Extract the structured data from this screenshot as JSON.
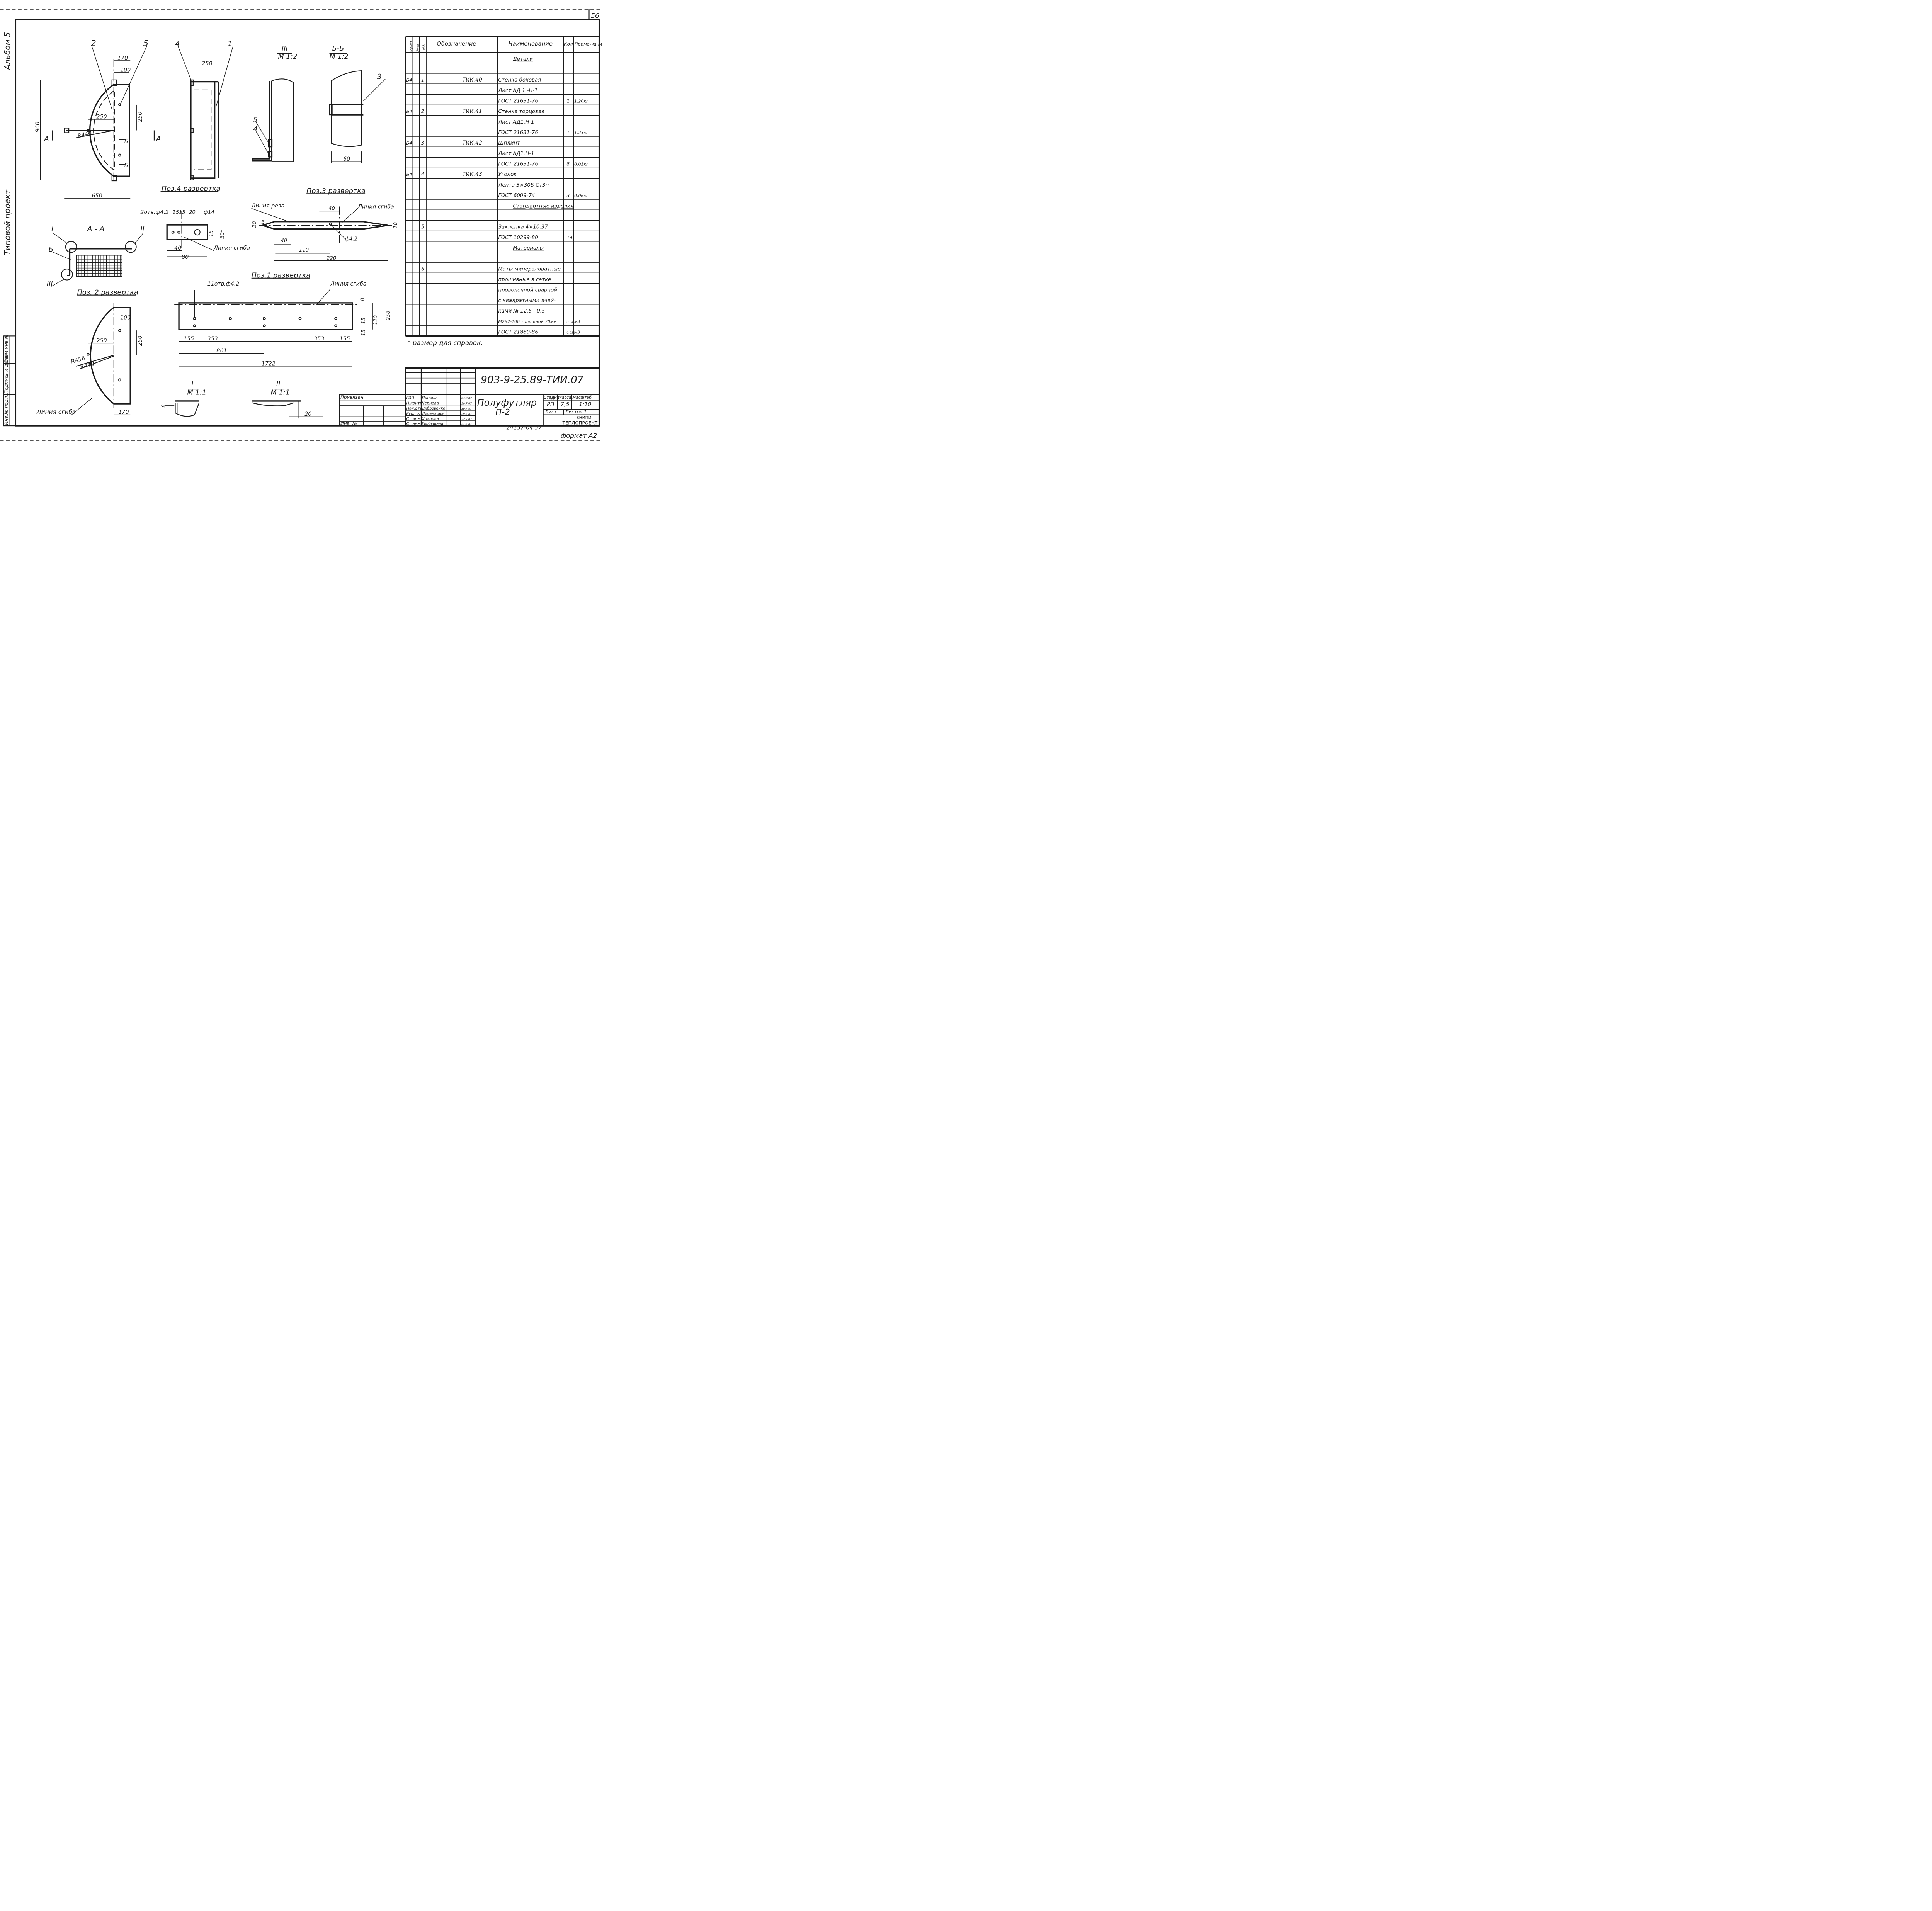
{
  "sheet": {
    "page_number": "56",
    "binding_labels": {
      "album": "Альбом 5",
      "project_type": "Типовой проект"
    },
    "side_stamp": {
      "inv_original": "Инв.№ подл.",
      "sign_date": "Подпись и дата",
      "replacement": "Взам.инв.№"
    },
    "format": "формат А2",
    "archive_number": "24157-04   57",
    "reference_note": "* размер для справок."
  },
  "views": {
    "main_front": {
      "pos_2": "2",
      "pos_5": "5",
      "dims": [
        "170",
        "100",
        "960",
        "250",
        "250",
        "R440",
        "650"
      ],
      "section_a": "А",
      "section_b": "Б"
    },
    "main_side": {
      "pos_4": "4",
      "pos_1": "1",
      "dim_250": "250"
    },
    "detail_III": {
      "title": "III",
      "scale": "М 1:2",
      "pos_5": "5",
      "pos_4": "4"
    },
    "section_BB": {
      "title": "Б-Б",
      "scale": "М 1:2",
      "pos_3": "3",
      "dim_60": "60"
    },
    "section_AA": {
      "title": "А - А",
      "mark_I": "I",
      "mark_II": "II",
      "mark_III": "III",
      "mark_B": "Б"
    },
    "pos4_razvertka": {
      "title": "Поз.4 развертка",
      "holes": "2отв.ф4,2",
      "dims": [
        "15",
        "15",
        "20",
        "ф14",
        "15",
        "30*",
        "40",
        "80"
      ],
      "bend_line": "Линия сгиба"
    },
    "pos3_razvertka": {
      "title": "Поз.3 развертка",
      "cut_line": "Линия реза",
      "bend_line": "Линия сгиба",
      "dims": [
        "40",
        "20",
        "3",
        "10",
        "40",
        "ф4,2",
        "110",
        "220"
      ]
    },
    "pos1_razvertka": {
      "title": "Поз.1 развертка",
      "holes": "11отв.ф4,2",
      "bend_line": "Линия сгиба",
      "dims": [
        "8",
        "258",
        "15",
        "120",
        "15",
        "155",
        "353",
        "353",
        "155",
        "861",
        "1722"
      ]
    },
    "pos2_razvertka": {
      "title": "Поз. 2 развертка",
      "bend_line": "Линия сгиба",
      "dims": [
        "100",
        "250",
        "250",
        "R456",
        "R440",
        "170"
      ]
    },
    "detail_I": {
      "title": "I",
      "scale": "М 1:1",
      "dim_8": "8"
    },
    "detail_II": {
      "title": "II",
      "scale": "М 1:1",
      "dim_20": "20"
    }
  },
  "spec_table": {
    "headers": {
      "format": "Формат",
      "zone": "Зона",
      "pos": "Поз.",
      "designation": "Обозначение",
      "name": "Наименование",
      "qty": "Кол.",
      "note": "Приме-чание"
    },
    "rows": [
      {
        "fmt": "",
        "pos": "",
        "des": "",
        "name": "Детали",
        "qty": "",
        "note": "",
        "heading": true
      },
      {
        "fmt": "",
        "pos": "",
        "des": "",
        "name": "",
        "qty": "",
        "note": ""
      },
      {
        "fmt": "Б4",
        "pos": "1",
        "des": "ТИИ.40",
        "name": "Стенка боковая",
        "qty": "",
        "note": ""
      },
      {
        "fmt": "",
        "pos": "",
        "des": "",
        "name": "Лист АД 1.-Н-1",
        "qty": "",
        "note": ""
      },
      {
        "fmt": "",
        "pos": "",
        "des": "",
        "name": "ГОСТ 21631-76",
        "qty": "1",
        "note": "1,20кг"
      },
      {
        "fmt": "Б4",
        "pos": "2",
        "des": "ТИИ.41",
        "name": "Стенка торцовая",
        "qty": "",
        "note": ""
      },
      {
        "fmt": "",
        "pos": "",
        "des": "",
        "name": "Лист АД1.Н-1",
        "qty": "",
        "note": ""
      },
      {
        "fmt": "",
        "pos": "",
        "des": "",
        "name": "ГОСТ 21631-76",
        "qty": "1",
        "note": "1,23кг"
      },
      {
        "fmt": "Б4",
        "pos": "3",
        "des": "ТИИ.42",
        "name": "Шплинт",
        "qty": "",
        "note": ""
      },
      {
        "fmt": "",
        "pos": "",
        "des": "",
        "name": "Лист АД1.Н-1",
        "qty": "",
        "note": ""
      },
      {
        "fmt": "",
        "pos": "",
        "des": "",
        "name": "ГОСТ 21631-76",
        "qty": "8",
        "note": "0,01кг"
      },
      {
        "fmt": "Б4",
        "pos": "4",
        "des": "ТИИ.43",
        "name": "Уголок",
        "qty": "",
        "note": ""
      },
      {
        "fmt": "",
        "pos": "",
        "des": "",
        "name": "Лента 3×30Б Ст3п",
        "qty": "",
        "note": ""
      },
      {
        "fmt": "",
        "pos": "",
        "des": "",
        "name": "ГОСТ 6009-74",
        "qty": "3",
        "note": "0,06кг"
      },
      {
        "fmt": "",
        "pos": "",
        "des": "",
        "name": "Стандартные изделия",
        "qty": "",
        "note": "",
        "heading": true
      },
      {
        "fmt": "",
        "pos": "",
        "des": "",
        "name": "",
        "qty": "",
        "note": ""
      },
      {
        "fmt": "",
        "pos": "5",
        "des": "",
        "name": "Заклепка 4×10.37",
        "qty": "",
        "note": ""
      },
      {
        "fmt": "",
        "pos": "",
        "des": "",
        "name": "ГОСТ 10299-80",
        "qty": "14",
        "note": ""
      },
      {
        "fmt": "",
        "pos": "",
        "des": "",
        "name": "Материалы",
        "qty": "",
        "note": "",
        "heading": true
      },
      {
        "fmt": "",
        "pos": "",
        "des": "",
        "name": "",
        "qty": "",
        "note": ""
      },
      {
        "fmt": "",
        "pos": "6",
        "des": "",
        "name": "Маты минераловатные",
        "qty": "",
        "note": ""
      },
      {
        "fmt": "",
        "pos": "",
        "des": "",
        "name": "прошивные в сетке",
        "qty": "",
        "note": ""
      },
      {
        "fmt": "",
        "pos": "",
        "des": "",
        "name": "проволочной сварной",
        "qty": "",
        "note": ""
      },
      {
        "fmt": "",
        "pos": "",
        "des": "",
        "name": "с квадратными ячей-",
        "qty": "",
        "note": ""
      },
      {
        "fmt": "",
        "pos": "",
        "des": "",
        "name": "ками № 12,5 - 0,5",
        "qty": "",
        "note": ""
      },
      {
        "fmt": "",
        "pos": "",
        "des": "",
        "name": "М2Б2-100 толщиной 70мм",
        "qty": "0,04",
        "note": "м3"
      },
      {
        "fmt": "",
        "pos": "",
        "des": "",
        "name": "ГОСТ 21880-86",
        "qty": "0,036",
        "note": "м3"
      }
    ]
  },
  "title_block": {
    "doc_code": "903-9-25.89-ТИИ.07",
    "title": "Полуфутляр",
    "subtitle": "П-2",
    "privyazan": "Привязан",
    "inv_no": "Инв. №",
    "col_stage": "Стадия",
    "col_mass": "Масса",
    "col_scale": "Масштаб",
    "stage": "РП",
    "mass": "7,5",
    "scale": "1:10",
    "sheet_label": "Лист",
    "sheets_label": "Листов 1",
    "org_1": "ВНИПИ",
    "org_2": "ТЕПЛОПРОЕКТ",
    "signers": [
      {
        "role": "ГИП",
        "name": "Попова",
        "date": "04.8.87"
      },
      {
        "role": "Н.контр",
        "name": "Чернова",
        "date": "30.7.87"
      },
      {
        "role": "Нач.отд",
        "name": "Дибровенко",
        "date": "30.7.87"
      },
      {
        "role": "Рук.гр.",
        "name": "Лисенкова",
        "date": "29.7.87"
      },
      {
        "role": "Ст.инж.",
        "name": "Храпова",
        "date": "22.7.87"
      },
      {
        "role": "Ст.инж.",
        "name": "Горбушина",
        "date": "21.7.87"
      }
    ]
  }
}
